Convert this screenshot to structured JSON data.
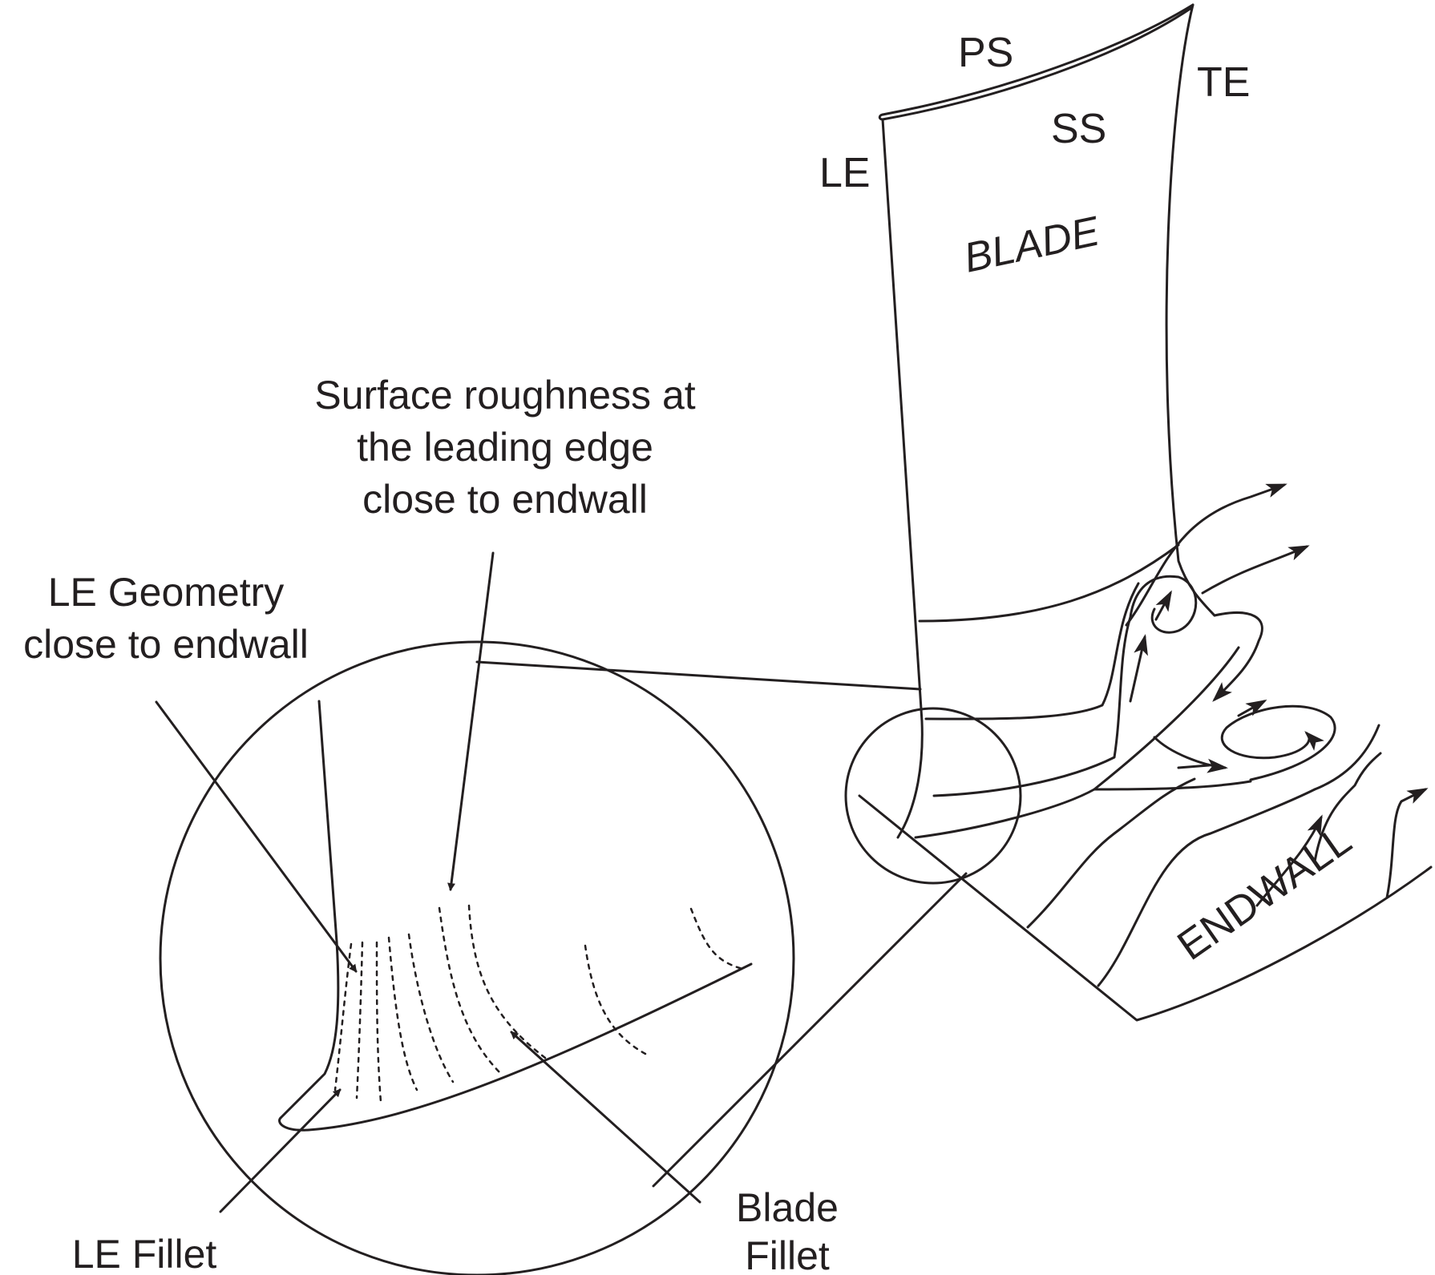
{
  "labels": {
    "ps": "PS",
    "te": "TE",
    "ss": "SS",
    "le": "LE",
    "blade": "BLADE",
    "endwall": "ENDWALL",
    "surface_roughness": [
      "Surface roughness at",
      "the leading edge",
      "close to endwall"
    ],
    "le_geometry": [
      "LE Geometry",
      "close to endwall"
    ],
    "le_fillet": "LE Fillet",
    "blade_fillet": [
      "Blade",
      "Fillet"
    ]
  }
}
